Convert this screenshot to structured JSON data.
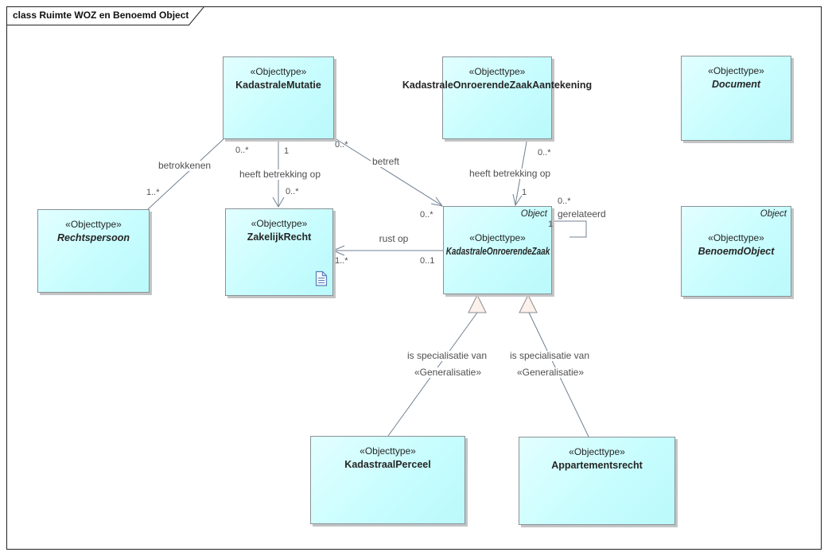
{
  "frame": {
    "title": "class Ruimte WOZ en Benoemd Object"
  },
  "colors": {
    "node_fill": "#c8fdfe",
    "node_border": "#8a9196",
    "edge_line": "#708090",
    "shadow": "#c3c4c5",
    "generalization_fill": "#fcf1eb",
    "node_text": "#262626",
    "label_text": "#4f4f4f"
  },
  "nodes": {
    "kadastrale_mutatie": {
      "stereotype": "«Objecttype»",
      "name": "KadastraleMutatie"
    },
    "kadastrale_onroerende_zaak_aantekening": {
      "stereotype": "«Objecttype»",
      "name": "KadastraleOnroerendeZaakAantekening"
    },
    "document": {
      "stereotype": "«Objecttype»",
      "name": "Document"
    },
    "rechtspersoon": {
      "stereotype": "«Objecttype»",
      "name": "Rechtspersoon"
    },
    "zakelijk_recht": {
      "stereotype": "«Objecttype»",
      "name": "ZakelijkRecht"
    },
    "kadastrale_onroerende_zaak": {
      "corner": "Object",
      "stereotype": "«Objecttype»",
      "name": "KadastraleOnroerendeZaak"
    },
    "benoemd_object": {
      "corner": "Object",
      "stereotype": "«Objecttype»",
      "name": "BenoemdObject"
    },
    "kadastraal_perceel": {
      "stereotype": "«Objecttype»",
      "name": "KadastraalPerceel"
    },
    "appartementsrecht": {
      "stereotype": "«Objecttype»",
      "name": "Appartementsrecht"
    }
  },
  "edges": {
    "betrokkenen": {
      "label": "betrokkenen",
      "mult_source": "0..*",
      "mult_target": "1..*"
    },
    "heeft_betrekking_op_zakelijk_recht": {
      "label": "heeft betrekking op",
      "mult_source": "1",
      "mult_target": "0..*"
    },
    "betreft": {
      "label": "betreft",
      "mult_source": "0..*",
      "mult_target": "0..*"
    },
    "heeft_betrekking_op_zaak": {
      "label": "heeft betrekking op",
      "mult_source": "0..*",
      "mult_target": "1"
    },
    "rust_op": {
      "label": "rust op",
      "mult_source": "0..1",
      "mult_target": "1..*"
    },
    "gerelateerd": {
      "label": "gerelateerd",
      "mult_source": "1",
      "mult_target": "0..*"
    },
    "generalisatie_kadastraal_perceel": {
      "label": "is specialisatie van",
      "stereotype": "«Generalisatie»"
    },
    "generalisatie_appartementsrecht": {
      "label": "is specialisatie van",
      "stereotype": "«Generalisatie»"
    }
  }
}
